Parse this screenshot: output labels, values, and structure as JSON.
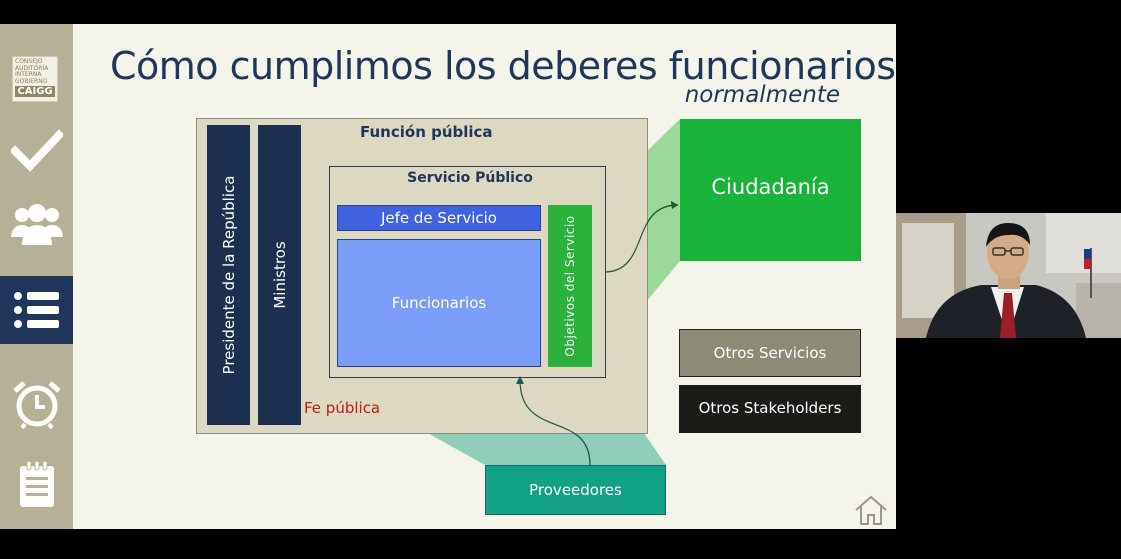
{
  "sidebar": {
    "logo_lines": [
      "CONSEJO",
      "AUDITORÍA",
      "INTERNA",
      "GOBIERNO"
    ],
    "logo_acronym": "CAIGG",
    "items": [
      {
        "icon": "checkmark-icon"
      },
      {
        "icon": "group-icon"
      },
      {
        "icon": "list-icon",
        "active": true
      },
      {
        "icon": "alarm-clock-icon"
      },
      {
        "icon": "notepad-icon"
      }
    ]
  },
  "slide": {
    "title": "Cómo cumplimos los deberes funcionarios",
    "subtitle": "normalmente",
    "funcion_publica": "Función pública",
    "presidente": "Presidente de la República",
    "ministros": "Ministros",
    "fe_publica": "Fe pública",
    "servicio_publico": "Servicio Público",
    "jefe_servicio": "Jefe de Servicio",
    "funcionarios": "Funcionarios",
    "objetivos": "Objetivos del Servicio",
    "ciudadania": "Ciudadanía",
    "otros_servicios": "Otros Servicios",
    "otros_stakeholders": "Otros Stakeholders",
    "proveedores": "Proveedores"
  },
  "colors": {
    "navy": "#1f3559",
    "green": "#19b33a",
    "teal": "#13a186",
    "red": "#c21a1a",
    "beige": "#dcd8c2"
  }
}
